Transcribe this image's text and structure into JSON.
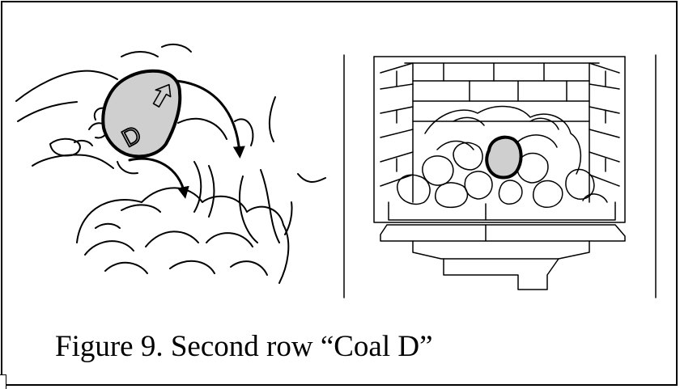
{
  "figure": {
    "caption": "Figure 9. Second row “Coal D”",
    "coal_letter": "D"
  },
  "illustrations": {
    "left": "hand-placing-coal",
    "right": "fireplace-coal-bed"
  }
}
